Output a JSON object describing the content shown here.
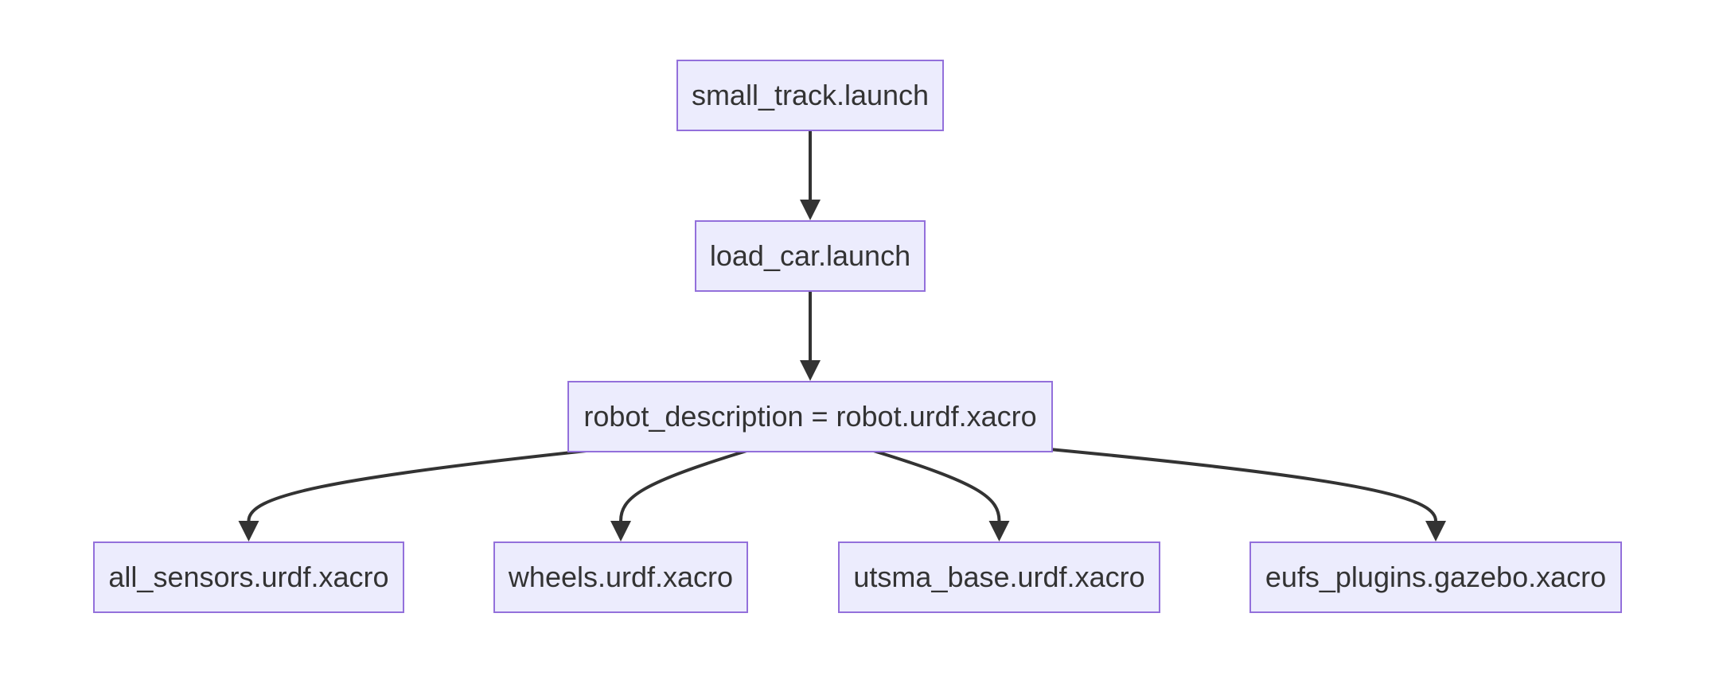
{
  "diagram": {
    "nodes": {
      "small_track": "small_track.launch",
      "load_car": "load_car.launch",
      "robot_description": "robot_description = robot.urdf.xacro",
      "all_sensors": "all_sensors.urdf.xacro",
      "wheels": "wheels.urdf.xacro",
      "utsma_base": "utsma_base.urdf.xacro",
      "eufs_plugins": "eufs_plugins.gazebo.xacro"
    },
    "edges": [
      {
        "from": "small_track",
        "to": "load_car"
      },
      {
        "from": "load_car",
        "to": "robot_description"
      },
      {
        "from": "robot_description",
        "to": "all_sensors"
      },
      {
        "from": "robot_description",
        "to": "wheels"
      },
      {
        "from": "robot_description",
        "to": "utsma_base"
      },
      {
        "from": "robot_description",
        "to": "eufs_plugins"
      }
    ],
    "colors": {
      "node_fill": "#ececfd",
      "node_border": "#9370db",
      "text": "#333333",
      "edge": "#333333",
      "background": "#ffffff"
    }
  }
}
